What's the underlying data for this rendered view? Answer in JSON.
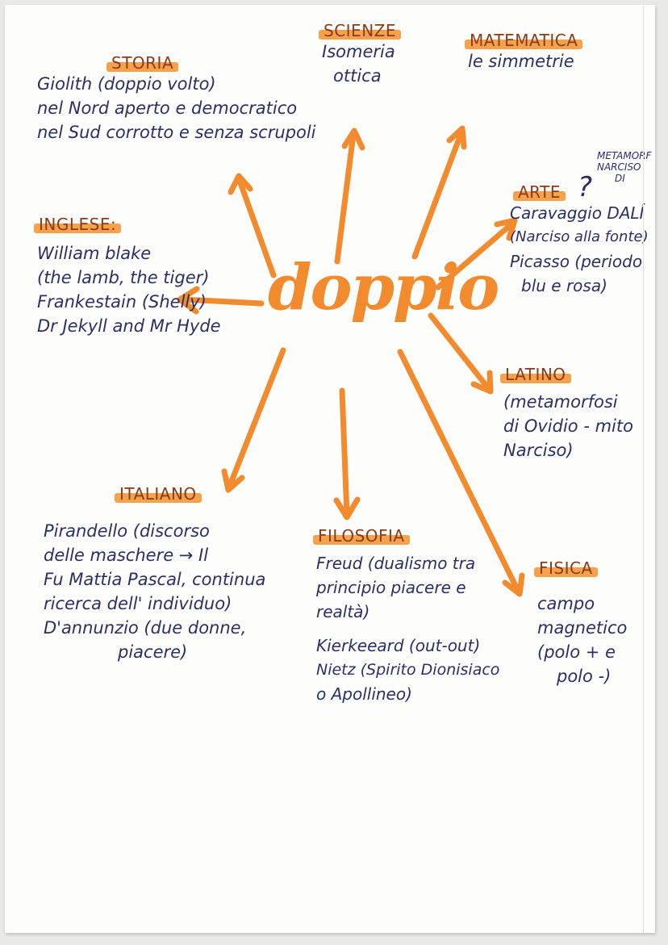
{
  "colors": {
    "ink": "#2b2f66",
    "accent": "#f28a2e",
    "highlight": "#f7a24b",
    "title_ink": "#8a3b19"
  },
  "center": "doppio",
  "nodes": {
    "scienze": {
      "title": "SCIENZE",
      "lines": [
        "Isomeria",
        "ottica"
      ]
    },
    "matematica": {
      "title": "MATEMATICA",
      "lines": [
        "le simmetrie"
      ]
    },
    "storia": {
      "title": "STORIA",
      "lines": [
        "Giolith (doppio volto)",
        "nel Nord aperto e democratico",
        "nel Sud corrotto e senza scrupoli"
      ]
    },
    "arte": {
      "title": "ARTE",
      "question": "?",
      "side_note": [
        "METAMORF",
        "NARCISO",
        "DI"
      ],
      "lines": [
        "Caravaggio DALÍ",
        "(Narciso alla fonte)",
        "Picasso (periodo",
        "blu e rosa)"
      ]
    },
    "inglese": {
      "title": "INGLESE:",
      "lines": [
        "William blake",
        "(the lamb, the tiger)",
        "Frankestain (Shelly)",
        "Dr Jekyll and Mr Hyde"
      ]
    },
    "latino": {
      "title": "LATINO",
      "lines": [
        "(metamorfosi",
        "di Ovidio - mito",
        "Narciso)"
      ]
    },
    "italiano": {
      "title": "ITALIANO",
      "lines": [
        "Pirandello (discorso",
        "delle maschere → Il",
        "Fu Mattia Pascal, continua",
        "ricerca dell' individuo)",
        "D'annunzio (due donne,",
        "piacere)"
      ]
    },
    "filosofia": {
      "title": "FILOSOFIA",
      "lines": [
        "Freud (dualismo tra",
        "principio piacere e",
        "realtà)",
        "Kierkeeard (out-out)",
        "Nietz (Spirito Dionisiaco",
        "o Apollineo)"
      ]
    },
    "fisica": {
      "title": "FISICA",
      "lines": [
        "campo",
        "magnetico",
        "(polo + e",
        "polo -)"
      ]
    }
  }
}
